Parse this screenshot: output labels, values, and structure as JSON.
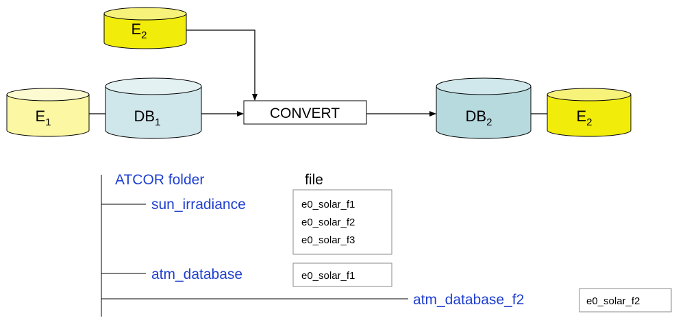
{
  "colors": {
    "e_light_fill": "#fbf7a2",
    "e_light_top": "#fcfad0",
    "e_bright_fill": "#f1ec0a",
    "e_bright_top": "#f7f27a",
    "db1_fill": "#cfe6ea",
    "db1_top": "#e3f1f3",
    "db2_fill": "#b6dade",
    "db2_top": "#d0e8eb",
    "label_blue": "#1f3fd0",
    "stroke": "#000000",
    "file_box_border": "#8a8a8a"
  },
  "nodes": {
    "e2_top": {
      "main": "E",
      "sub": "2"
    },
    "e1": {
      "main": "E",
      "sub": "1"
    },
    "db1": {
      "main": "DB",
      "sub": "1"
    },
    "convert": {
      "label": "CONVERT"
    },
    "db2": {
      "main": "DB",
      "sub": "2"
    },
    "e2_right": {
      "main": "E",
      "sub": "2"
    }
  },
  "tree": {
    "root_label": "ATCOR folder",
    "file_header": "file",
    "folders": [
      {
        "label": "sun_irradiance",
        "files": [
          "e0_solar_f1",
          "e0_solar_f2",
          "e0_solar_f3"
        ]
      },
      {
        "label": "atm_database",
        "files": [
          "e0_solar_f1"
        ]
      },
      {
        "label": "atm_database_f2",
        "files": [
          "e0_solar_f2"
        ]
      }
    ]
  }
}
